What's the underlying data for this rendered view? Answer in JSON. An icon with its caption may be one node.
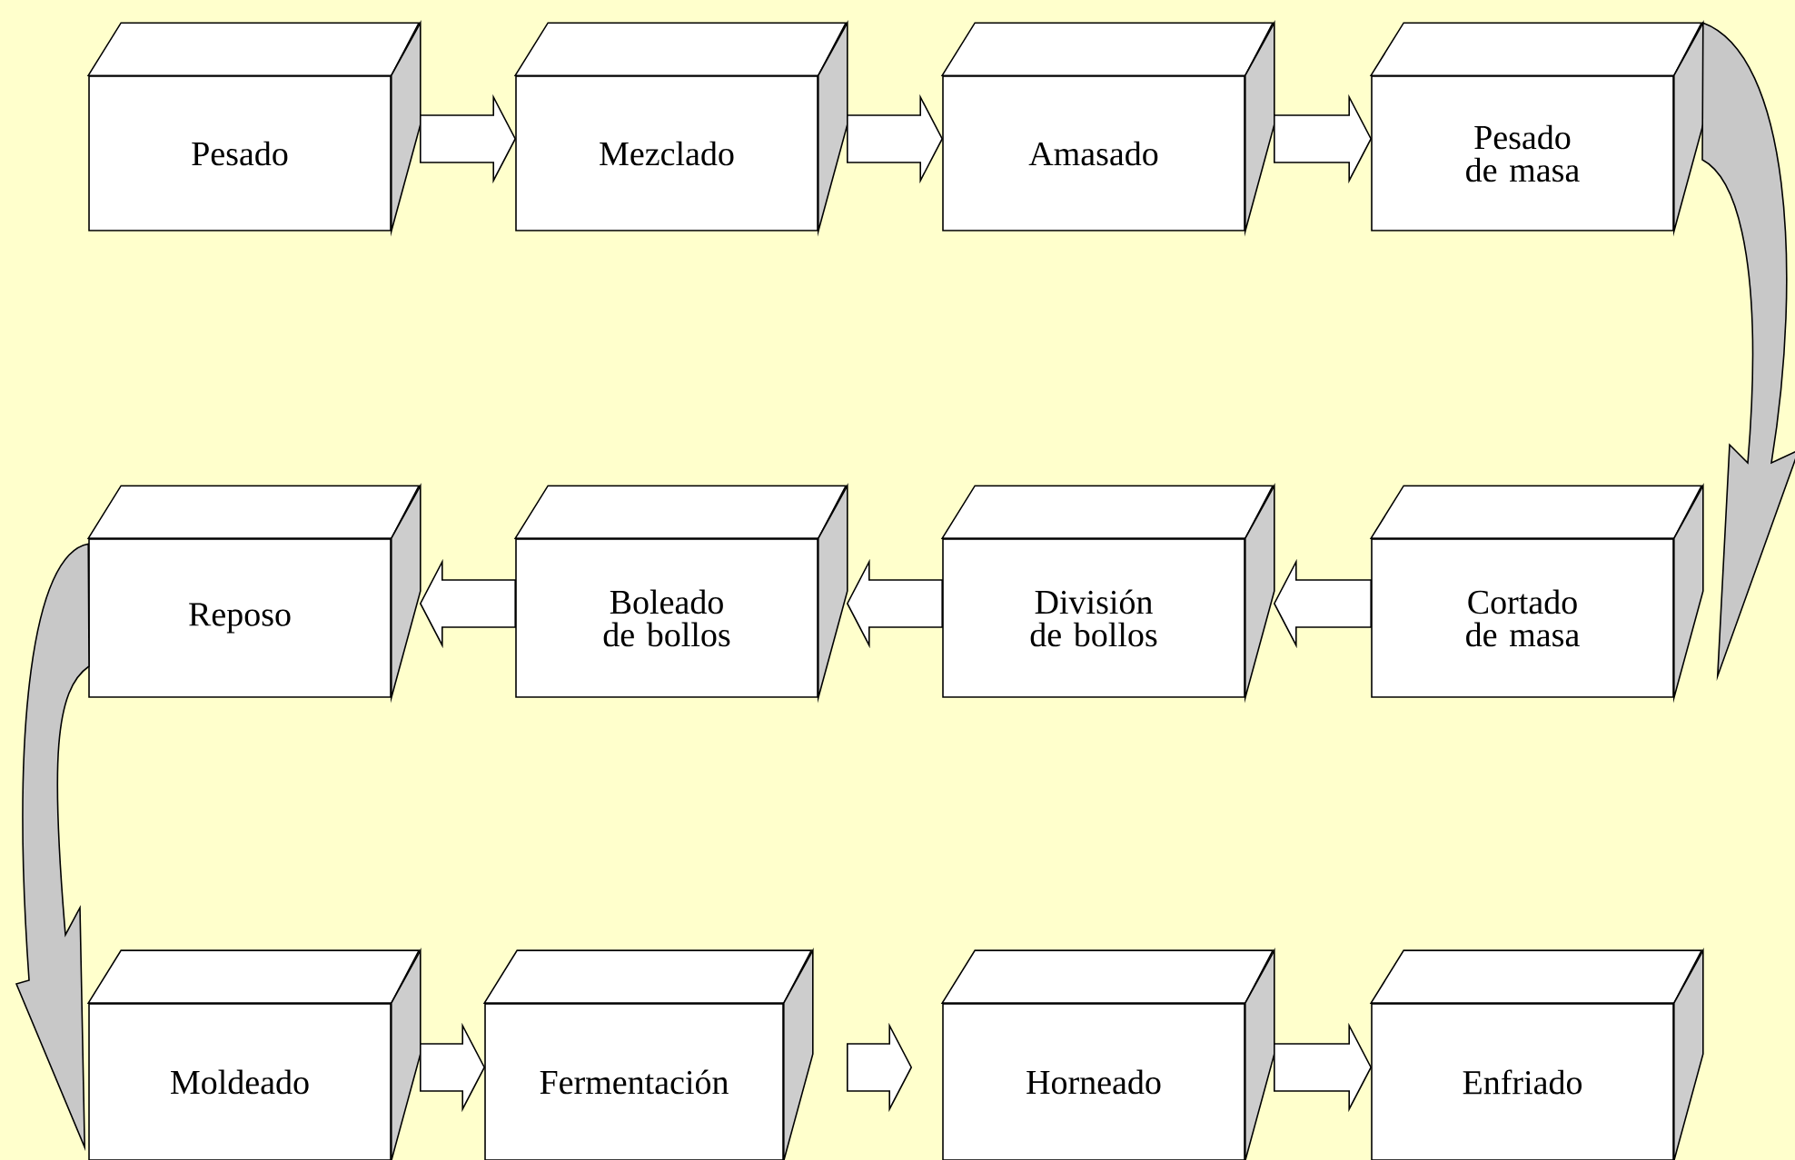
{
  "diagram": {
    "nodes": [
      {
        "text": [
          "Pesado"
        ]
      },
      {
        "text": [
          "Mezclado"
        ]
      },
      {
        "text": [
          "Amasado"
        ]
      },
      {
        "text": [
          "Pesado de masa"
        ]
      },
      {
        "text": [
          "Cortado de masa"
        ]
      },
      {
        "text": [
          "División de bollos"
        ]
      },
      {
        "text": [
          "Boleado de bollos"
        ]
      },
      {
        "text": [
          "Reposo"
        ]
      },
      {
        "text": [
          "Moldeado"
        ]
      },
      {
        "text": [
          "Fermentación"
        ]
      },
      {
        "text": [
          "Horneado"
        ]
      },
      {
        "text": [
          "Enfriado"
        ]
      }
    ],
    "edges": [
      {
        "from": 0,
        "to": 1,
        "arrow": "to"
      },
      {
        "from": 1,
        "to": 2,
        "arrow": "to"
      },
      {
        "from": 2,
        "to": 3,
        "arrow": "to"
      },
      {
        "from": 3,
        "to": 4,
        "arrow": "to"
      },
      {
        "from": 4,
        "to": 5,
        "arrow": "to"
      },
      {
        "from": 5,
        "to": 6,
        "arrow": "to"
      },
      {
        "from": 6,
        "to": 7,
        "arrow": "to"
      },
      {
        "from": 7,
        "to": 8,
        "arrow": "to"
      },
      {
        "from": 8,
        "to": 9,
        "arrow": "to"
      },
      {
        "from": 9,
        "to": 10,
        "arrow": "to"
      },
      {
        "from": 10,
        "to": 11,
        "arrow": "to"
      }
    ]
  }
}
